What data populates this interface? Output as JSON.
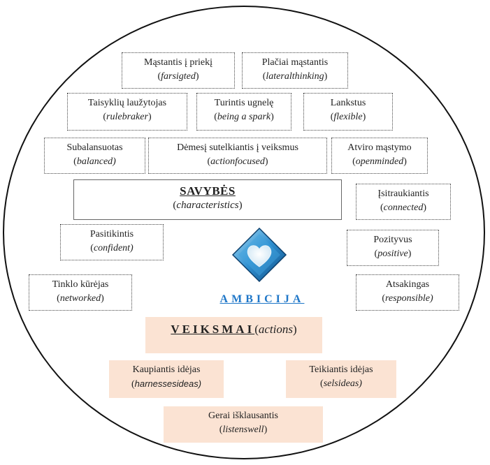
{
  "characteristics": {
    "title": "SAVYBĖS",
    "subtitle": "(characteristics)"
  },
  "traits": {
    "farsighted": {
      "main": "Mąstantis į priekį",
      "sub": "farsigted"
    },
    "lateral": {
      "main": "Plačiai mąstantis",
      "sub": "lateralthinking"
    },
    "rulebreaker": {
      "main": "Taisyklių laužytojas",
      "sub": "rulebraker"
    },
    "spark": {
      "main": "Turintis ugnelę",
      "sub": "being a spark"
    },
    "flexible": {
      "main": "Lankstus",
      "sub": "flexible"
    },
    "balanced": {
      "main": "Subalansuotas",
      "sub": "balanced)"
    },
    "actionfocused": {
      "main": "Dėmesį sutelkiantis į veiksmus",
      "sub": "actionfocused"
    },
    "openminded": {
      "main": "Atviro mąstymo",
      "sub": "openminded"
    },
    "connected": {
      "main": "Įsitraukiantis",
      "sub": "connected"
    },
    "confident": {
      "main": "Pasitikintis",
      "sub": "confident)"
    },
    "positive": {
      "main": "Pozityvus",
      "sub": "positive"
    },
    "networked": {
      "main": "Tinklo kūrėjas",
      "sub": "networked"
    },
    "responsible": {
      "main": "Atsakingas",
      "sub": "responsible)"
    }
  },
  "center": {
    "label": "AMBICIJA"
  },
  "actions": {
    "title": "VEIKSMAI",
    "title_sub": "actions",
    "harnesses": {
      "main": "Kaupiantis idėjas",
      "sub": "harnessesideas)"
    },
    "sells": {
      "main": "Teikiantis idėjas",
      "sub": "selsideas)"
    },
    "listens": {
      "main": "Gerai išklausantis",
      "sub": "listenswell"
    }
  },
  "icons": {
    "center_icon": "heart-diamond-icon"
  }
}
